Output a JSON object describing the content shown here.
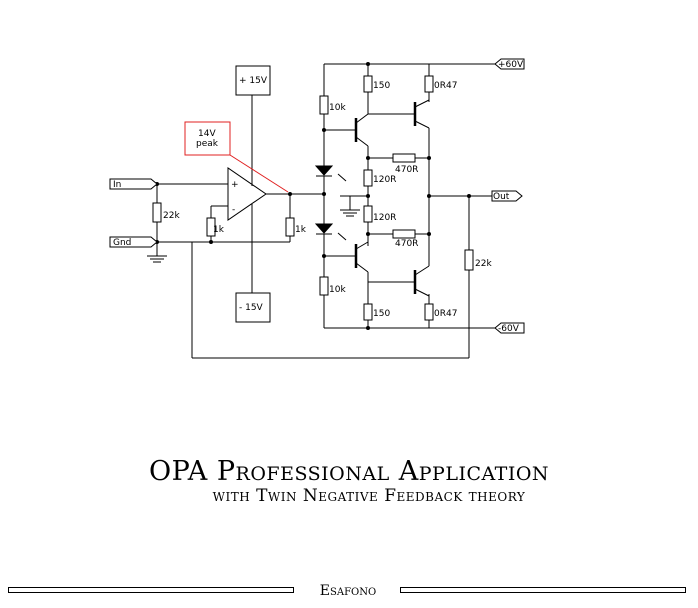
{
  "diagram": {
    "ports": {
      "in": "In",
      "gnd": "Gnd",
      "out": "Out",
      "pos_rail": "+60V",
      "neg_rail": "-60V"
    },
    "supplies": {
      "positive": "+ 15V",
      "negative": "- 15V"
    },
    "annotation": {
      "line1": "14V",
      "line2": "peak"
    },
    "resistors": {
      "r_in_22k": "22k",
      "r_fb_1k_left": "1k",
      "r_out_1k": "1k",
      "r_bias_top": "10k",
      "r_bias_bottom": "10k",
      "r_150_top": "150",
      "r_150_bottom": "150",
      "r_0r47_top": "0R47",
      "r_0r47_bottom": "0R47",
      "r_470_top": "470R",
      "r_470_bottom": "470R",
      "r_120_top": "120R",
      "r_120_bottom": "120R",
      "r_fb_22k": "22k"
    },
    "opamp_signs": {
      "plus": "+",
      "minus": "-"
    }
  },
  "title": {
    "main": "OPA Professional Application",
    "subtitle": "with Twin Negative Feedback theory"
  },
  "footer": {
    "brand": "Esafono"
  }
}
